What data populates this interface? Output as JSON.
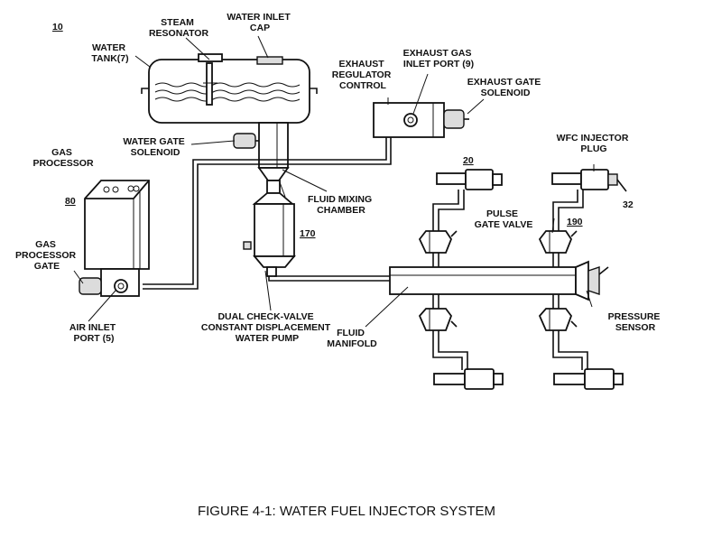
{
  "figure": {
    "number_label": "10",
    "caption": "FIGURE 4-1: WATER FUEL INJECTOR SYSTEM"
  },
  "labels": {
    "steam_resonator": [
      "STEAM",
      "RESONATOR"
    ],
    "water_inlet_cap": [
      "WATER INLET",
      "CAP"
    ],
    "water_tank": [
      "WATER",
      "TANK(7)"
    ],
    "exhaust_regulator_control": [
      "EXHAUST",
      "REGULATOR",
      "CONTROL"
    ],
    "exhaust_gas_inlet_port": [
      "EXHAUST GAS",
      "INLET PORT (9)"
    ],
    "exhaust_gate_solenoid": [
      "EXHAUST GATE",
      "SOLENOID"
    ],
    "water_gate_solenoid": [
      "WATER GATE",
      "SOLENOID"
    ],
    "gas_processor": [
      "GAS",
      "PROCESSOR"
    ],
    "wfc_injector_plug": [
      "WFC INJECTOR",
      "PLUG"
    ],
    "fluid_mixing_chamber": [
      "FLUID MIXING",
      "CHAMBER"
    ],
    "pulse_gate_valve": [
      "PULSE",
      "GATE VALVE"
    ],
    "gas_processor_gate": [
      "GAS",
      "PROCESSOR",
      "GATE"
    ],
    "pressure_sensor": [
      "PRESSURE",
      "SENSOR"
    ],
    "water_pump": [
      "DUAL CHECK-VALVE",
      "CONSTANT DISPLACEMENT",
      "WATER PUMP"
    ],
    "fluid_manifold": [
      "FLUID",
      "MANIFOLD"
    ],
    "air_inlet_port": [
      "AIR INLET",
      "PORT (5)"
    ]
  },
  "refs": {
    "gas_processor": "80",
    "injector_top_left": "20",
    "pump": "170",
    "pulse_gate_valve": "190",
    "injector_plug": "32"
  }
}
